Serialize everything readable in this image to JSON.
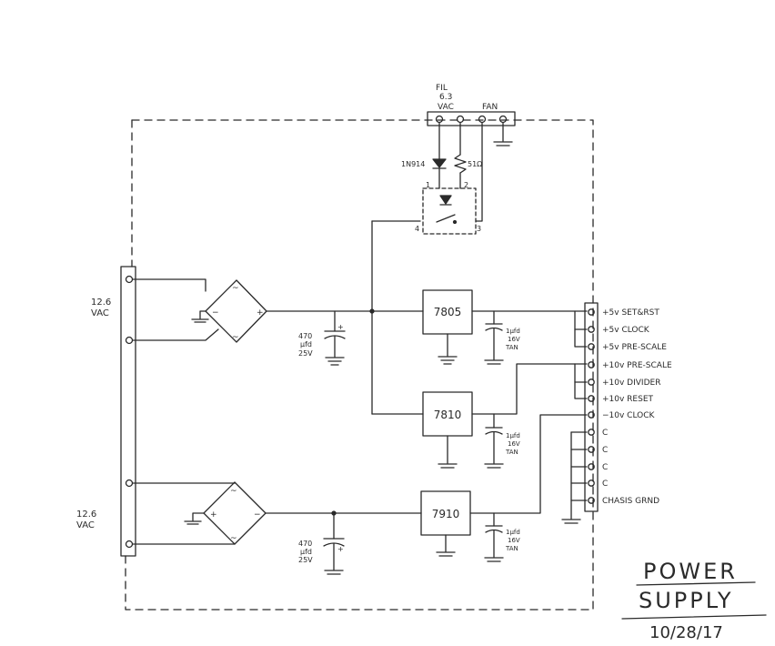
{
  "title": {
    "line1": "POWER",
    "line2": "SUPPLY",
    "date": "10/28/17"
  },
  "inputs": {
    "upper_voltage": "12.6",
    "upper_unit": "VAC",
    "lower_voltage": "12.6",
    "lower_unit": "VAC"
  },
  "top_header": {
    "fil_label": "FIL",
    "fil_voltage": "6.3",
    "fil_unit": "VAC",
    "fan_label": "FAN"
  },
  "relay_section": {
    "diode_label": "1N914",
    "resistor_label": "51Ω",
    "pin1": "1",
    "pin2": "2",
    "pin3": "3",
    "pin4": "4"
  },
  "bridge_marks": {
    "ac": "~",
    "plus": "+",
    "minus": "−"
  },
  "regulators": {
    "r1": "7805",
    "r2": "7810",
    "r3": "7910"
  },
  "capacitors": {
    "main_pos": {
      "value": "470",
      "unit": "µfd",
      "voltage": "25V"
    },
    "main_neg": {
      "value": "470",
      "unit": "µfd",
      "voltage": "25V"
    },
    "tant": {
      "value": "1µfd",
      "voltage": "16V",
      "type": "TAN"
    }
  },
  "outputs": [
    "+5v SET&RST",
    "+5v CLOCK",
    "+5v PRE-SCALE",
    "+10v PRE-SCALE",
    "+10v DIVIDER",
    "+10v RESET",
    "−10v CLOCK",
    "C",
    "C",
    "C",
    "C",
    "CHASIS GRND"
  ]
}
